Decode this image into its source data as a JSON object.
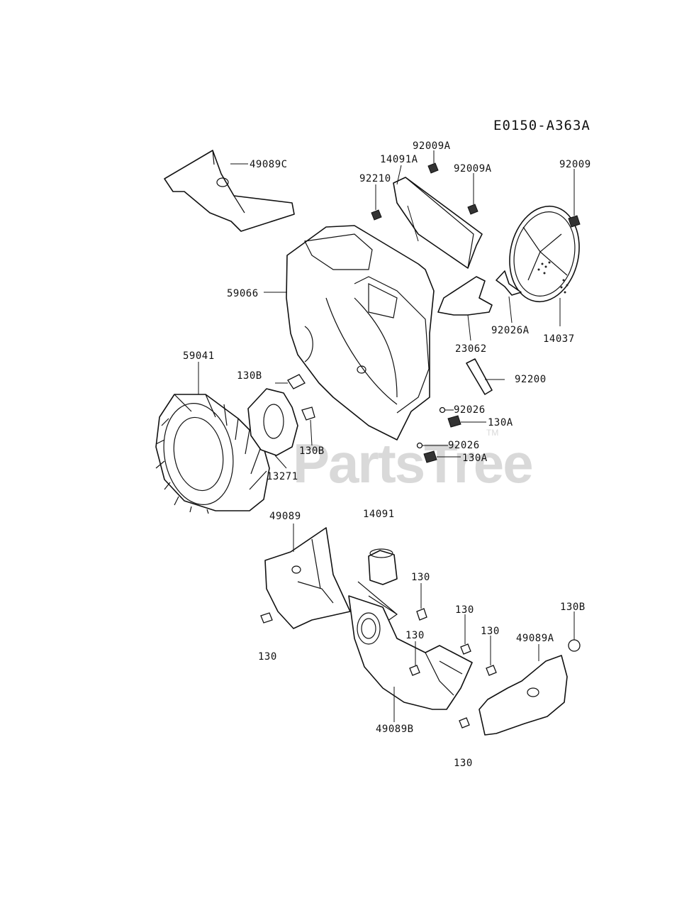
{
  "diagram_code": "E0150-A363A",
  "watermark": {
    "text": "PartsTree",
    "trademark": "TM"
  },
  "labels": {
    "p49089C": "49089C",
    "p92009A_1": "92009A",
    "p14091A": "14091A",
    "p92009A_2": "92009A",
    "p92210": "92210",
    "p92009": "92009",
    "p59066": "59066",
    "p92026A": "92026A",
    "p14037": "14037",
    "p23062": "23062",
    "p59041": "59041",
    "p130B_1": "130B",
    "p92200": "92200",
    "p92026_1": "92026",
    "p130A_1": "130A",
    "p130B_2": "130B",
    "p92026_2": "92026",
    "p130A_2": "130A",
    "p13271": "13271",
    "p49089": "49089",
    "p14091": "14091",
    "p130_1": "130",
    "p130_2": "130",
    "p130_3": "130",
    "p130_4": "130",
    "p130B_3": "130B",
    "p49089A": "49089A",
    "p130_5": "130",
    "p49089B": "49089B",
    "p130_6": "130"
  }
}
